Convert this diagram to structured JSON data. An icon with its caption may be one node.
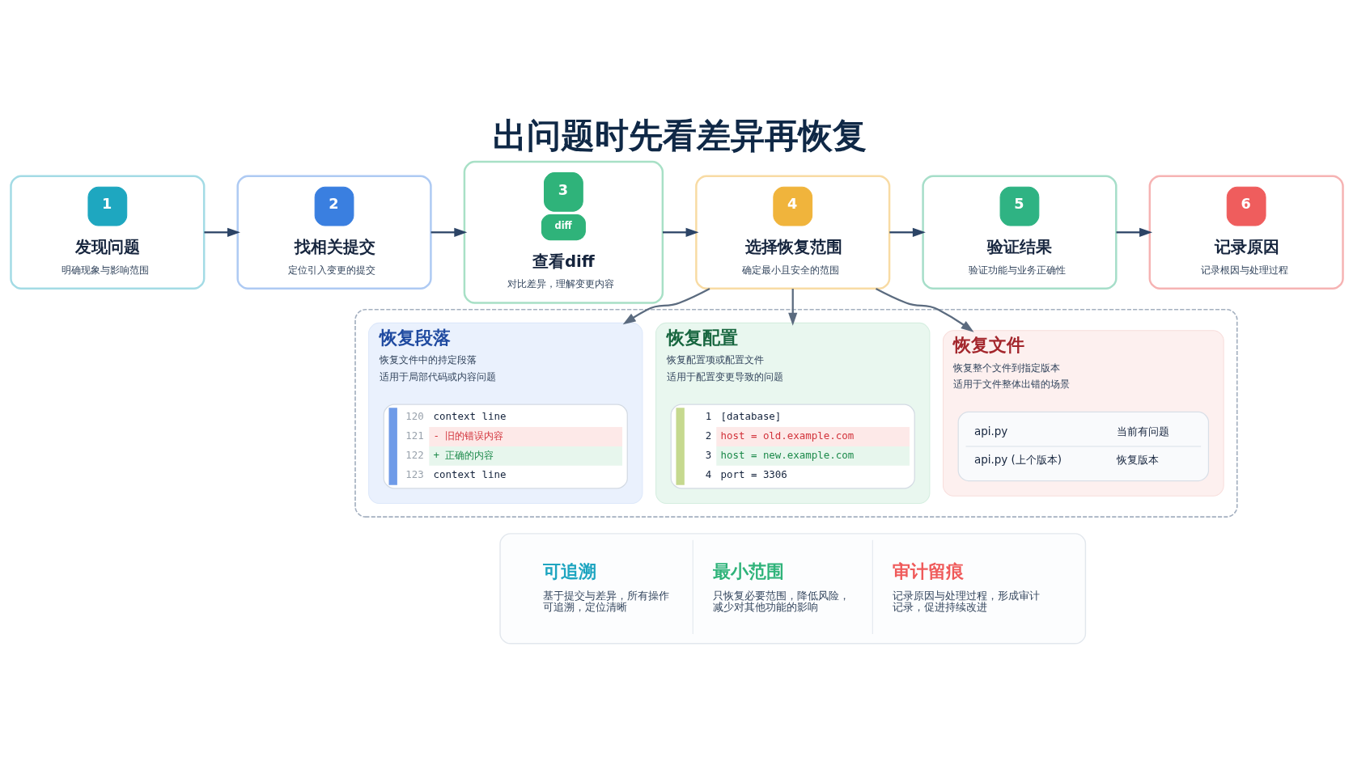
{
  "diagram": {
    "title": "出问题时先看差异再恢复",
    "nodes": [
      {
        "text": [
          "1",
          "发现问题",
          "明确现象与影响范围"
        ]
      },
      {
        "text": [
          "2",
          "找相关提交",
          "定位引入变更的提交"
        ]
      },
      {
        "text": [
          "3",
          "diff",
          "查看diff",
          "对比差异，理解变更内容"
        ]
      },
      {
        "text": [
          "4",
          "选择恢复范围",
          "确定最小且安全的范围"
        ]
      },
      {
        "text": [
          "5",
          "验证结果",
          "验证功能与业务正确性"
        ]
      },
      {
        "text": [
          "6",
          "记录原因",
          "记录根因与处理过程"
        ]
      },
      {
        "text": [],
        "shape": "box"
      },
      {
        "text": [
          "恢复段落",
          "恢复文件中的持定段落",
          "适用于局部代码或内容问题"
        ],
        "in": 6
      },
      {
        "text": [
          "120",
          "context line",
          "121",
          "- 旧的错误内容",
          "122",
          "+ 正确的内容",
          "123",
          "context line"
        ],
        "in": 7
      },
      {
        "text": [
          "恢复配置",
          "恢复配置项或配置文件",
          "适用于配置变更导致的问题"
        ],
        "in": 6
      },
      {
        "text": [
          "1",
          "[database]",
          "2",
          "host = old.example.com",
          "3",
          "host = new.example.com",
          "4",
          "port = 3306"
        ],
        "in": 9
      },
      {
        "text": [
          "恢复文件",
          "恢复整个文件到指定版本",
          "适用于文件整体出错的场景"
        ],
        "in": 6
      },
      {
        "text": [
          "api.py",
          "当前有问题",
          "api.py (上个版本)",
          "恢复版本"
        ],
        "in": 11
      },
      {
        "text": [
          "可追溯",
          "基于提交与差异，所有操作可追溯，定位清晰",
          "最小范围",
          "只恢复必要范围，降低风险，减少对其他功能的影响",
          "审计留痕",
          "记录原因与处理过程，形成审计记录，促进持续改进"
        ]
      }
    ],
    "edges": [
      {
        "from": 0,
        "to": 1,
        "arrow": "to"
      },
      {
        "from": 1,
        "to": 2,
        "arrow": "to"
      },
      {
        "from": 2,
        "to": 3,
        "arrow": "to"
      },
      {
        "from": 3,
        "to": 4,
        "arrow": "to"
      },
      {
        "from": 4,
        "to": 5,
        "arrow": "to"
      },
      {
        "from": 3,
        "to": 7,
        "arrow": "to",
        "color": "#5b6b7f"
      },
      {
        "from": 3,
        "to": 9,
        "arrow": "to",
        "color": "#5b6b7f"
      },
      {
        "from": 3,
        "to": 11,
        "arrow": "to",
        "color": "#5b6b7f"
      }
    ]
  }
}
